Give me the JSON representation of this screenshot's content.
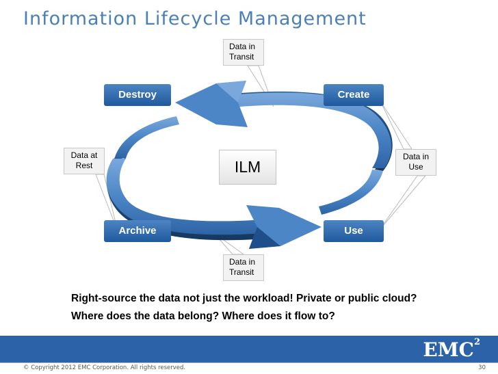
{
  "title": "Information Lifecycle Management",
  "diagram": {
    "center_label": "ILM",
    "stages": {
      "destroy": "Destroy",
      "create": "Create",
      "archive": "Archive",
      "use": "Use"
    },
    "callouts": {
      "transit_top": [
        "Data in",
        "Transit"
      ],
      "rest": [
        "Data at",
        "Rest"
      ],
      "in_use": [
        "Data in",
        "Use"
      ],
      "transit_bottom": [
        "Data in",
        "Transit"
      ]
    },
    "colors": {
      "arrow": "#4c86c6",
      "arrow_dark": "#1f4f8a",
      "stage": "#2a66aa"
    }
  },
  "bottom_text": [
    "Right-source the data not just the workload! Private or public cloud?",
    "Where does the data belong? Where does it flow to?"
  ],
  "footer": {
    "logo": "EMC",
    "logo_sup": "2",
    "copyright": "© Copyright 2012 EMC Corporation. All rights reserved.",
    "page_number": "30"
  }
}
